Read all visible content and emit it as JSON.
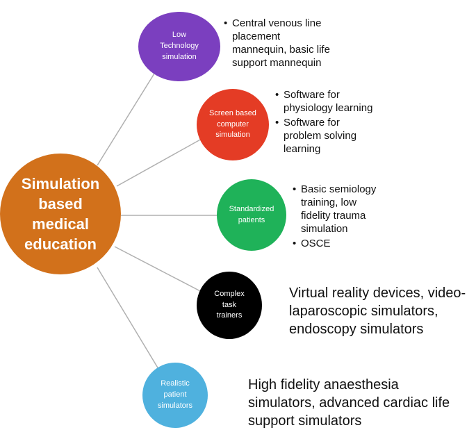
{
  "central": {
    "label": "Simulation\nbased\nmedical\neducation",
    "color": "#d2711b"
  },
  "branches": [
    {
      "label": "Low\nTechnology\nsimulation",
      "color": "#7b3fbf",
      "items": [
        "Central venous line\nplacement\nmannequin, basic life\nsupport mannequin"
      ]
    },
    {
      "label": "Screen based\ncomputer\nsimulation",
      "color": "#e43c25",
      "items": [
        "Software for\nphysiology learning",
        "Software for\nproblem solving\nlearning"
      ]
    },
    {
      "label": "Standardized\npatients",
      "color": "#1fb259",
      "items": [
        "Basic semiology\ntraining, low\nfidelity trauma\nsimulation",
        "OSCE"
      ]
    },
    {
      "label": "Complex\ntask\ntrainers",
      "color": "#000000",
      "text": "Virtual reality devices, video-\nlaparoscopic simulators,\nendoscopy simulators"
    },
    {
      "label": "Realistic\npatient\nsimulators",
      "color": "#4fb1de",
      "text": "High fidelity anaesthesia\nsimulators, advanced cardiac life\nsupport simulators"
    }
  ],
  "connector_color": "#b0b0b0"
}
